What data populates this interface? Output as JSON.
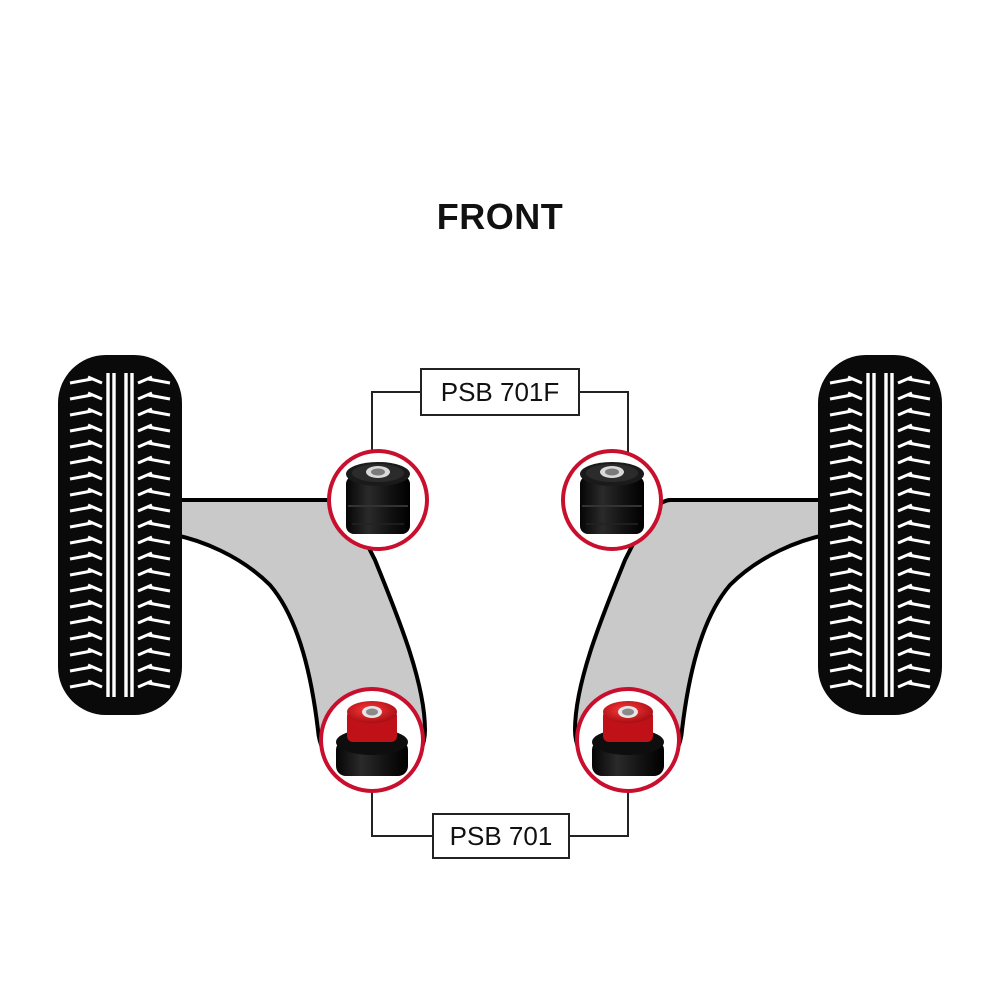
{
  "diagram": {
    "title": "FRONT",
    "parts": [
      {
        "code": "PSB 701F",
        "position": "upper (front pivot bushes)"
      },
      {
        "code": "PSB 701",
        "position": "lower (rear pivot bushes)"
      }
    ],
    "colors": {
      "tyre": "#0a0a0a",
      "arm_fill": "#c9c9c9",
      "outline": "#000000",
      "highlight_ring": "#c8102e",
      "poly_red": "#d4141e"
    }
  }
}
